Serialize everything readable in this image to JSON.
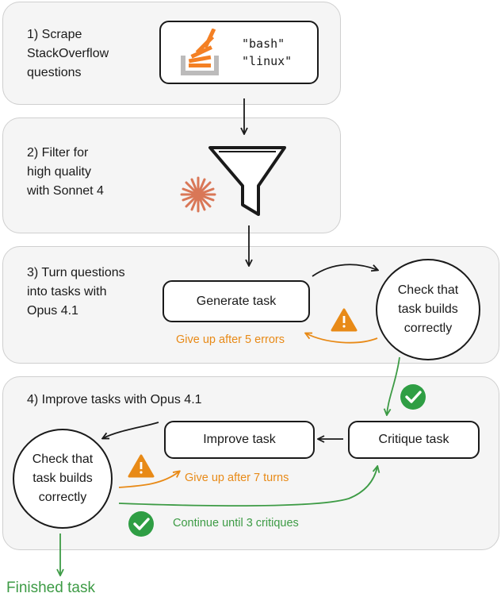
{
  "steps": [
    {
      "text": "1) Scrape\nStackOverflow\nquestions"
    },
    {
      "text": "2) Filter for\nhigh quality\nwith Sonnet 4"
    },
    {
      "text": "3) Turn questions\ninto tasks with\nOpus 4.1"
    },
    {
      "text": "4) Improve tasks with Opus 4.1"
    }
  ],
  "tags": [
    "\"bash\"",
    "\"linux\""
  ],
  "nodes": {
    "generate_task": "Generate task",
    "check_builds_3": "Check that\ntask builds\ncorrectly",
    "improve_task": "Improve task",
    "critique_task": "Critique task",
    "check_builds_4": "Check that\ntask builds\ncorrectly"
  },
  "labels": {
    "give_up_errors": "Give up after 5 errors",
    "give_up_turns": "Give up after 7 turns",
    "continue_critiques": "Continue until 3 critiques",
    "finished": "Finished task"
  },
  "colors": {
    "orange": "#e88a17",
    "green": "#3d9b45",
    "stackoverflow_orange": "#f48024",
    "stackoverflow_gray": "#bcbbbb",
    "claude_coral": "#d97757"
  },
  "icons": [
    "stackoverflow-icon",
    "filter-funnel-icon",
    "claude-burst-icon",
    "warning-icon",
    "check-circle-icon"
  ]
}
